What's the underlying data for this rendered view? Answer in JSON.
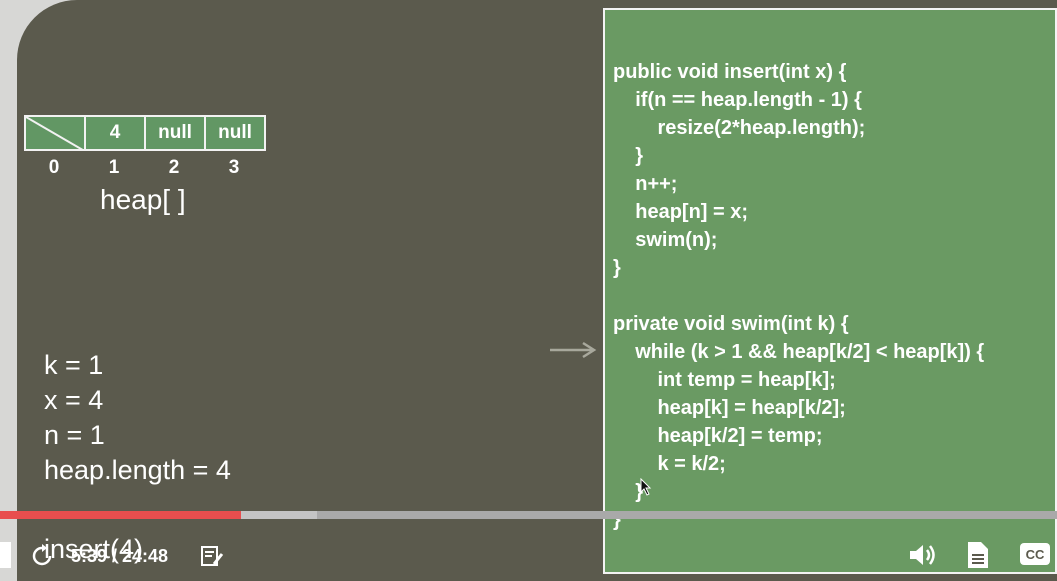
{
  "slide": {
    "heap": {
      "cells": [
        "",
        "4",
        "null",
        "null"
      ],
      "indices": [
        "0",
        "1",
        "2",
        "3"
      ],
      "label": "heap[ ]"
    },
    "variables": [
      "k = 1",
      "x = 4",
      "n = 1",
      "heap.length = 4"
    ],
    "code_lines": [
      "public void insert(int x) {",
      "    if(n == heap.length - 1) {",
      "        resize(2*heap.length);",
      "    }",
      "    n++;",
      "    heap[n] = x;",
      "    swim(n);",
      "}",
      "",
      "private void swim(int k) {",
      "    while (k > 1 && heap[k/2] < heap[k]) {",
      "        int temp = heap[k];",
      "        heap[k] = heap[k/2];",
      "        heap[k/2] = temp;",
      "        k = k/2;",
      "    }",
      "}"
    ],
    "caption": "insert(4)"
  },
  "player": {
    "time_display": "5:39 / 24:48",
    "progress_fraction": 0.228,
    "buffered_fraction": 0.3,
    "icons": [
      "play-icon",
      "replay-icon",
      "notes-icon",
      "volume-icon",
      "transcript-icon",
      "cc-icon"
    ]
  },
  "colors": {
    "stage_background": "#5b5a4d",
    "code_panel": "#6a9a63",
    "progress_played": "#e84e4e"
  }
}
